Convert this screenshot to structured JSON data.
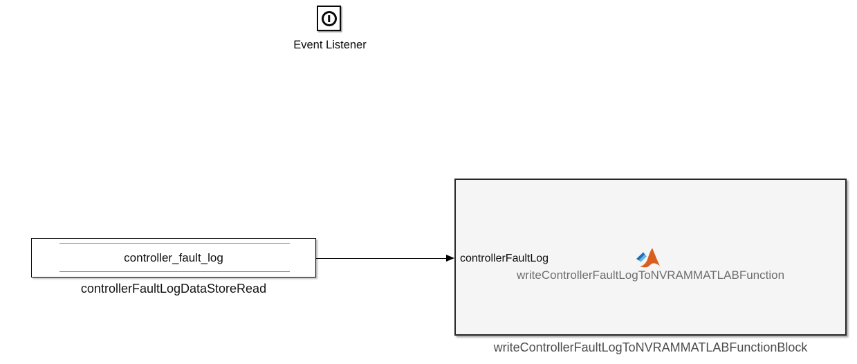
{
  "canvas": {
    "background_color": "#ffffff"
  },
  "event_listener": {
    "label": "Event Listener"
  },
  "data_store_read": {
    "data_store_name": "controller_fault_log",
    "block_label": "controllerFaultLogDataStoreRead"
  },
  "matlab_function": {
    "input_port_label": "controllerFaultLog",
    "function_name": "writeControllerFaultLogToNVRAMMATLABFunction",
    "block_label": "writeControllerFaultLogToNVRAMMATLABFunctionBlock"
  },
  "colors": {
    "matlab_orange": "#d95f1e",
    "matlab_blue_dark": "#1d6fb5",
    "matlab_blue_light": "#64b7e0",
    "matlab_block_fill": "#f5f5f5",
    "matlab_block_border": "#282828",
    "block_label_gray": "#4d4d4d",
    "function_name_gray": "#6e6e6e",
    "wire_black": "#000000"
  }
}
